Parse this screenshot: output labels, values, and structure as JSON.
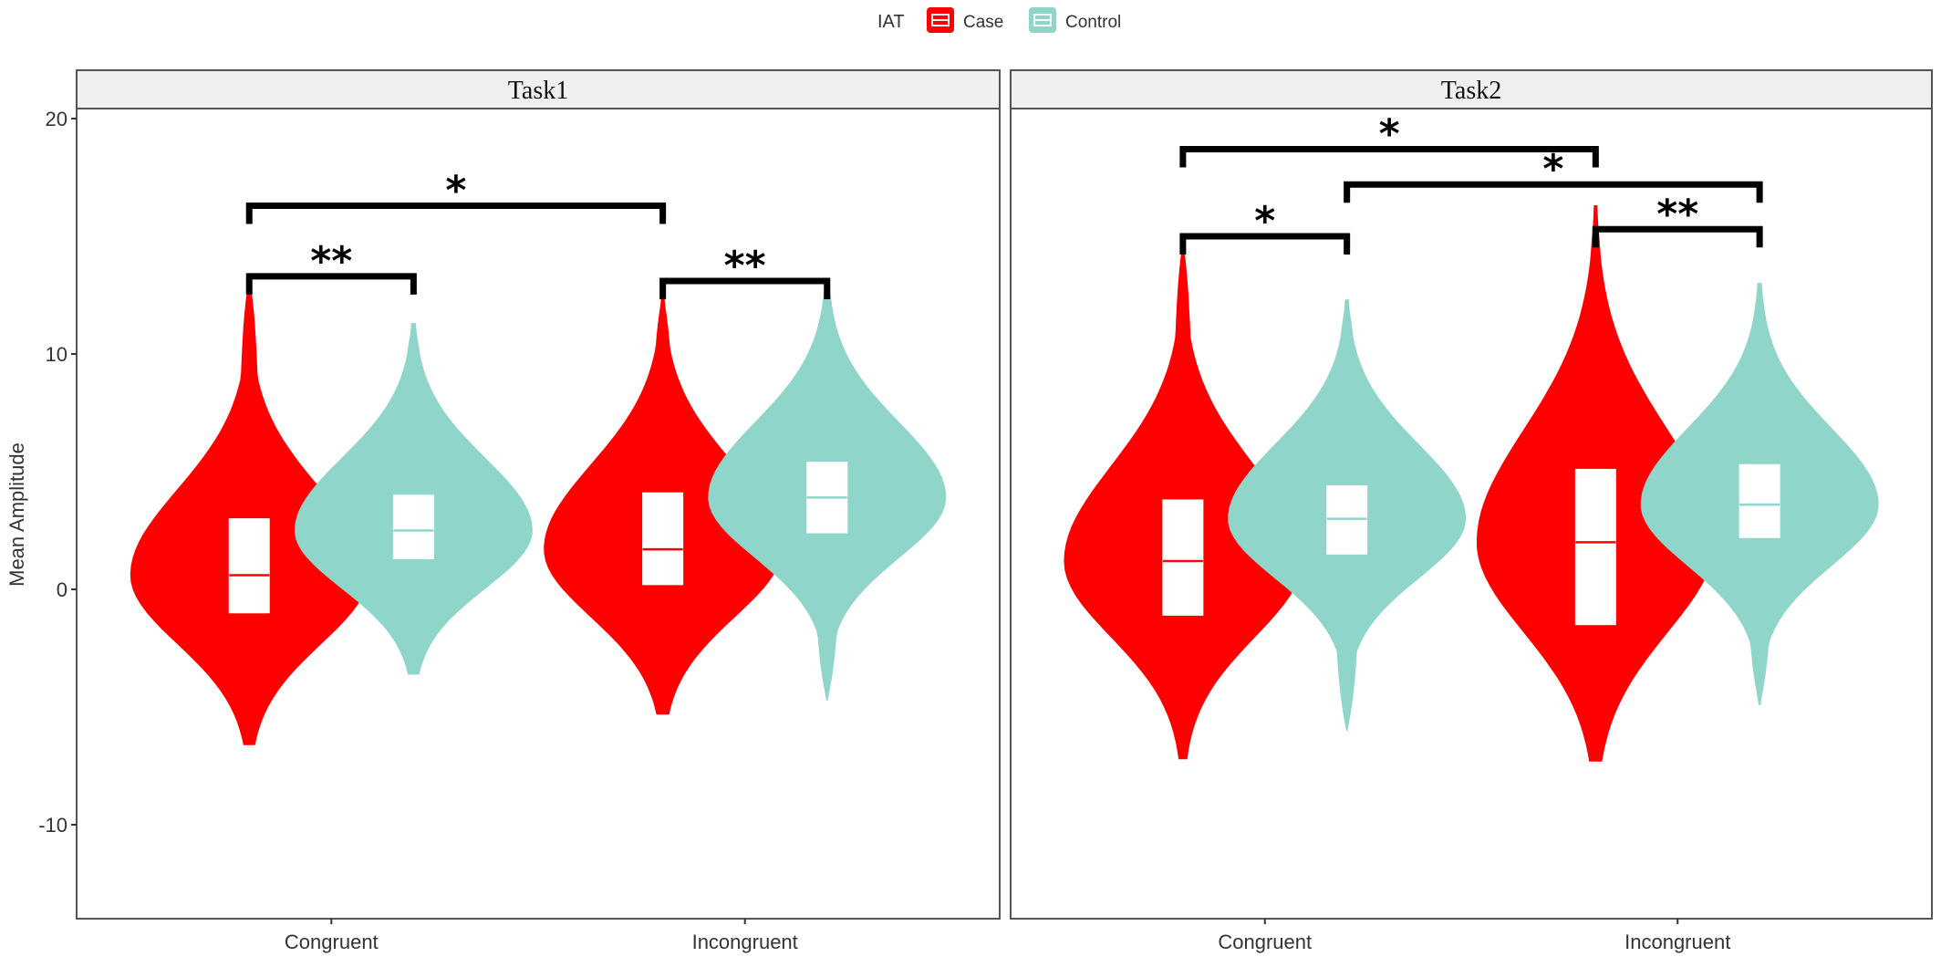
{
  "chart_data": {
    "type": "violin",
    "legend": {
      "title": "IAT",
      "placement": "top",
      "items": [
        {
          "label": "Case",
          "color": "#ff0000"
        },
        {
          "label": "Control",
          "color": "#8fd5c9"
        }
      ]
    },
    "ylabel": "Mean Amplitude",
    "xlabel": "",
    "ylim": [
      -14,
      20
    ],
    "yticks": [
      -10,
      0,
      10,
      20
    ],
    "categories": [
      "Congruent",
      "Incongruent"
    ],
    "grid": false,
    "panels": [
      {
        "title": "Task1",
        "violins": [
          {
            "category": "Congruent",
            "group": "Case",
            "min": -6.6,
            "max": 13.2,
            "q1": -1.0,
            "median": 0.6,
            "q3": 3.0
          },
          {
            "category": "Congruent",
            "group": "Control",
            "min": -3.6,
            "max": 11.3,
            "q1": 1.3,
            "median": 2.5,
            "q3": 4.0
          },
          {
            "category": "Incongruent",
            "group": "Case",
            "min": -5.3,
            "max": 12.5,
            "q1": 0.2,
            "median": 1.7,
            "q3": 4.1
          },
          {
            "category": "Incongruent",
            "group": "Control",
            "min": -4.7,
            "max": 13.0,
            "q1": 2.4,
            "median": 3.9,
            "q3": 5.4
          }
        ],
        "significance": [
          {
            "from": "Congruent-Case",
            "to": "Incongruent-Case",
            "label": "*",
            "y": 16.3
          },
          {
            "from": "Congruent-Case",
            "to": "Congruent-Control",
            "label": "**",
            "y": 13.3
          },
          {
            "from": "Incongruent-Case",
            "to": "Incongruent-Control",
            "label": "**",
            "y": 13.1
          }
        ]
      },
      {
        "title": "Task2",
        "violins": [
          {
            "category": "Congruent",
            "group": "Case",
            "min": -7.2,
            "max": 14.7,
            "q1": -1.1,
            "median": 1.2,
            "q3": 3.8
          },
          {
            "category": "Congruent",
            "group": "Control",
            "min": -6.0,
            "max": 12.3,
            "q1": 1.5,
            "median": 3.0,
            "q3": 4.4
          },
          {
            "category": "Incongruent",
            "group": "Case",
            "min": -7.3,
            "max": 16.3,
            "q1": -1.5,
            "median": 2.0,
            "q3": 5.1
          },
          {
            "category": "Incongruent",
            "group": "Control",
            "min": -4.9,
            "max": 13.0,
            "q1": 2.2,
            "median": 3.6,
            "q3": 5.3
          }
        ],
        "significance": [
          {
            "from": "Congruent-Case",
            "to": "Incongruent-Case",
            "label": "*",
            "y": 18.7
          },
          {
            "from": "Congruent-Control",
            "to": "Incongruent-Control",
            "label": "*",
            "y": 17.2
          },
          {
            "from": "Congruent-Case",
            "to": "Congruent-Control",
            "label": "*",
            "y": 15.0
          },
          {
            "from": "Incongruent-Case",
            "to": "Incongruent-Control",
            "label": "**",
            "y": 15.3
          }
        ]
      }
    ]
  }
}
